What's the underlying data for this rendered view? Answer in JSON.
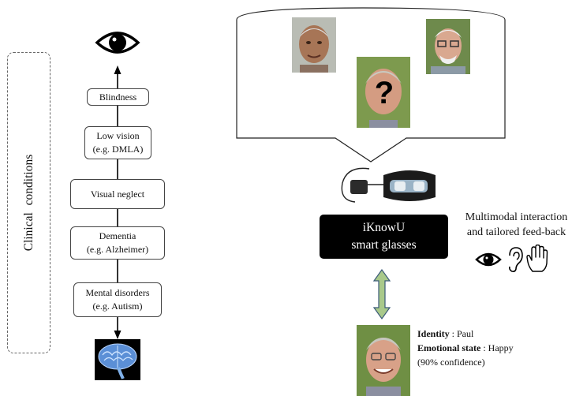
{
  "side_label": "Clinical conditions",
  "conditions": [
    {
      "label": "Blindness",
      "sub": ""
    },
    {
      "label": "Low vision",
      "sub": "(e.g. DMLA)"
    },
    {
      "label": "Visual neglect",
      "sub": ""
    },
    {
      "label": "Dementia",
      "sub": "(e.g. Alzheimer)"
    },
    {
      "label": "Mental disorders",
      "sub": "(e.g. Autism)"
    }
  ],
  "device": {
    "line1": "iKnowU",
    "line2": "smart glasses"
  },
  "feedback": {
    "line1": "Multimodal interaction",
    "line2": "and tailored feed-back"
  },
  "unknown_mark": "?",
  "result": {
    "identity_label": "Identity",
    "identity_value": " : Paul",
    "emotion_label": "Emotional state",
    "emotion_value": " : Happy",
    "confidence": "(90% confidence)"
  },
  "icons": [
    "eye-icon",
    "brain-icon",
    "ear-icon",
    "hand-icon",
    "glasses-icon",
    "person-photo"
  ],
  "colors": {
    "arrow_fill": "#a9c98a",
    "arrow_stroke": "#3a5a78",
    "device_box": "#000000"
  }
}
